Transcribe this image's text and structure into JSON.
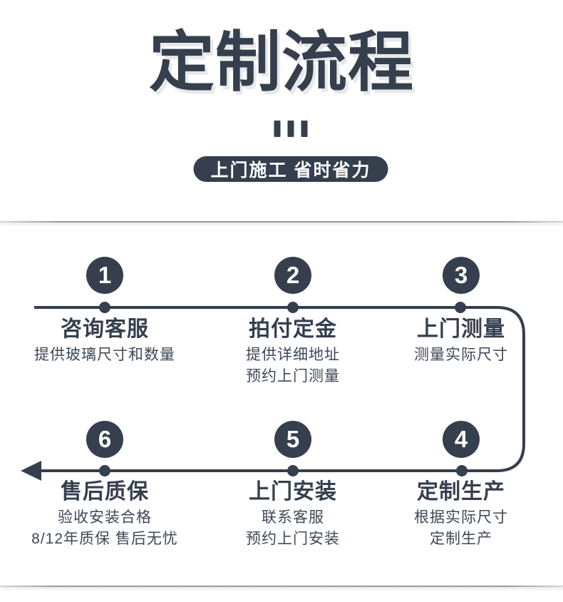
{
  "header": {
    "title": "定制流程",
    "badge": "上门施工 省时省力"
  },
  "flow": {
    "steps": [
      {
        "number": "1",
        "title": "咨询客服",
        "lines": [
          "提供玻璃尺寸和数量"
        ]
      },
      {
        "number": "2",
        "title": "拍付定金",
        "lines": [
          "提供详细地址",
          "预约上门测量"
        ]
      },
      {
        "number": "3",
        "title": "上门测量",
        "lines": [
          "测量实际尺寸"
        ]
      },
      {
        "number": "4",
        "title": "定制生产",
        "lines": [
          "根据实际尺寸",
          "定制生产"
        ]
      },
      {
        "number": "5",
        "title": "上门安装",
        "lines": [
          "联系客服",
          "预约上门安装"
        ]
      },
      {
        "number": "6",
        "title": "售后质保",
        "lines": [
          "验收安装合格",
          "8/12年质保 售后无忧"
        ]
      }
    ]
  },
  "colors": {
    "accent": "#353f4d",
    "subtext": "#3e4856",
    "badge_text": "#ffffff",
    "divider": "#bdbdbd",
    "background": "#ffffff"
  }
}
